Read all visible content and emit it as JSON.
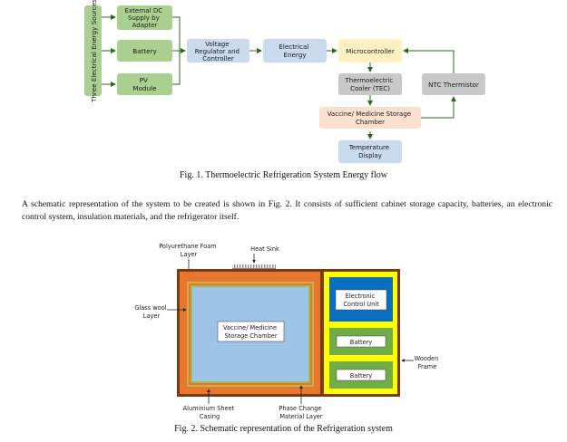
{
  "fig1": {
    "sources_label": "Three Electrical Energy Sources",
    "box_adapter": [
      "External DC",
      "Supply by",
      "Adapter"
    ],
    "box_battery": "Battery",
    "box_pv": [
      "PV",
      "Module"
    ],
    "box_regulator": [
      "Voltage",
      "Regulator and",
      "Controller"
    ],
    "box_energy": [
      "Electrical",
      "Energy"
    ],
    "box_micro": "Microcontroller",
    "box_tec": [
      "Thermoelectric",
      "Cooler (TEC)"
    ],
    "box_ntc": "NTC Thermistor",
    "box_chamber": [
      "Vaccine/ Medicine Storage",
      "Chamber"
    ],
    "box_display": [
      "Temperature",
      "Display"
    ],
    "caption": "Fig. 1. Thermoelectric Refrigeration System Energy flow"
  },
  "paragraph": "A schematic representation of the system to be created is shown in Fig. 2. It consists of sufficient cabinet storage capacity, batteries, an electronic control system, insulation materials, and the refrigerator itself.",
  "fig2": {
    "label_pu_foam": [
      "Polyurethane Foam",
      "Layer"
    ],
    "label_heat_sink": "Heat Sink",
    "label_glass_wool": [
      "Glass wool",
      "Layer"
    ],
    "label_chamber": [
      "Vaccine/ Medicine",
      "Storage Chamber"
    ],
    "label_ecu": [
      "Electronic",
      "Control Unit"
    ],
    "label_battery_1": "Battery",
    "label_battery_2": "Battery",
    "label_wooden_frame": [
      "Wooden",
      "Frame"
    ],
    "label_aluminium": [
      "Aluminium Sheet",
      "Casing"
    ],
    "label_pcm": [
      "Phase Change",
      "Material Layer"
    ],
    "caption": "Fig. 2. Schematic representation of the Refrigeration system"
  },
  "colors": {
    "green_box": "#a9d08e",
    "blue_box": "#c9d9ee",
    "yellow_box": "#fff0c2",
    "gray_box": "#c8c8c8",
    "peach_box": "#fbe0cf",
    "arrow": "#2e6b1e",
    "wood": "#7b3b10",
    "foam": "#e8762d",
    "chamber": "#9dc3e6",
    "ecu_blue": "#0b6fc0",
    "yellow": "#ffff00",
    "battery_green": "#70ad47"
  }
}
